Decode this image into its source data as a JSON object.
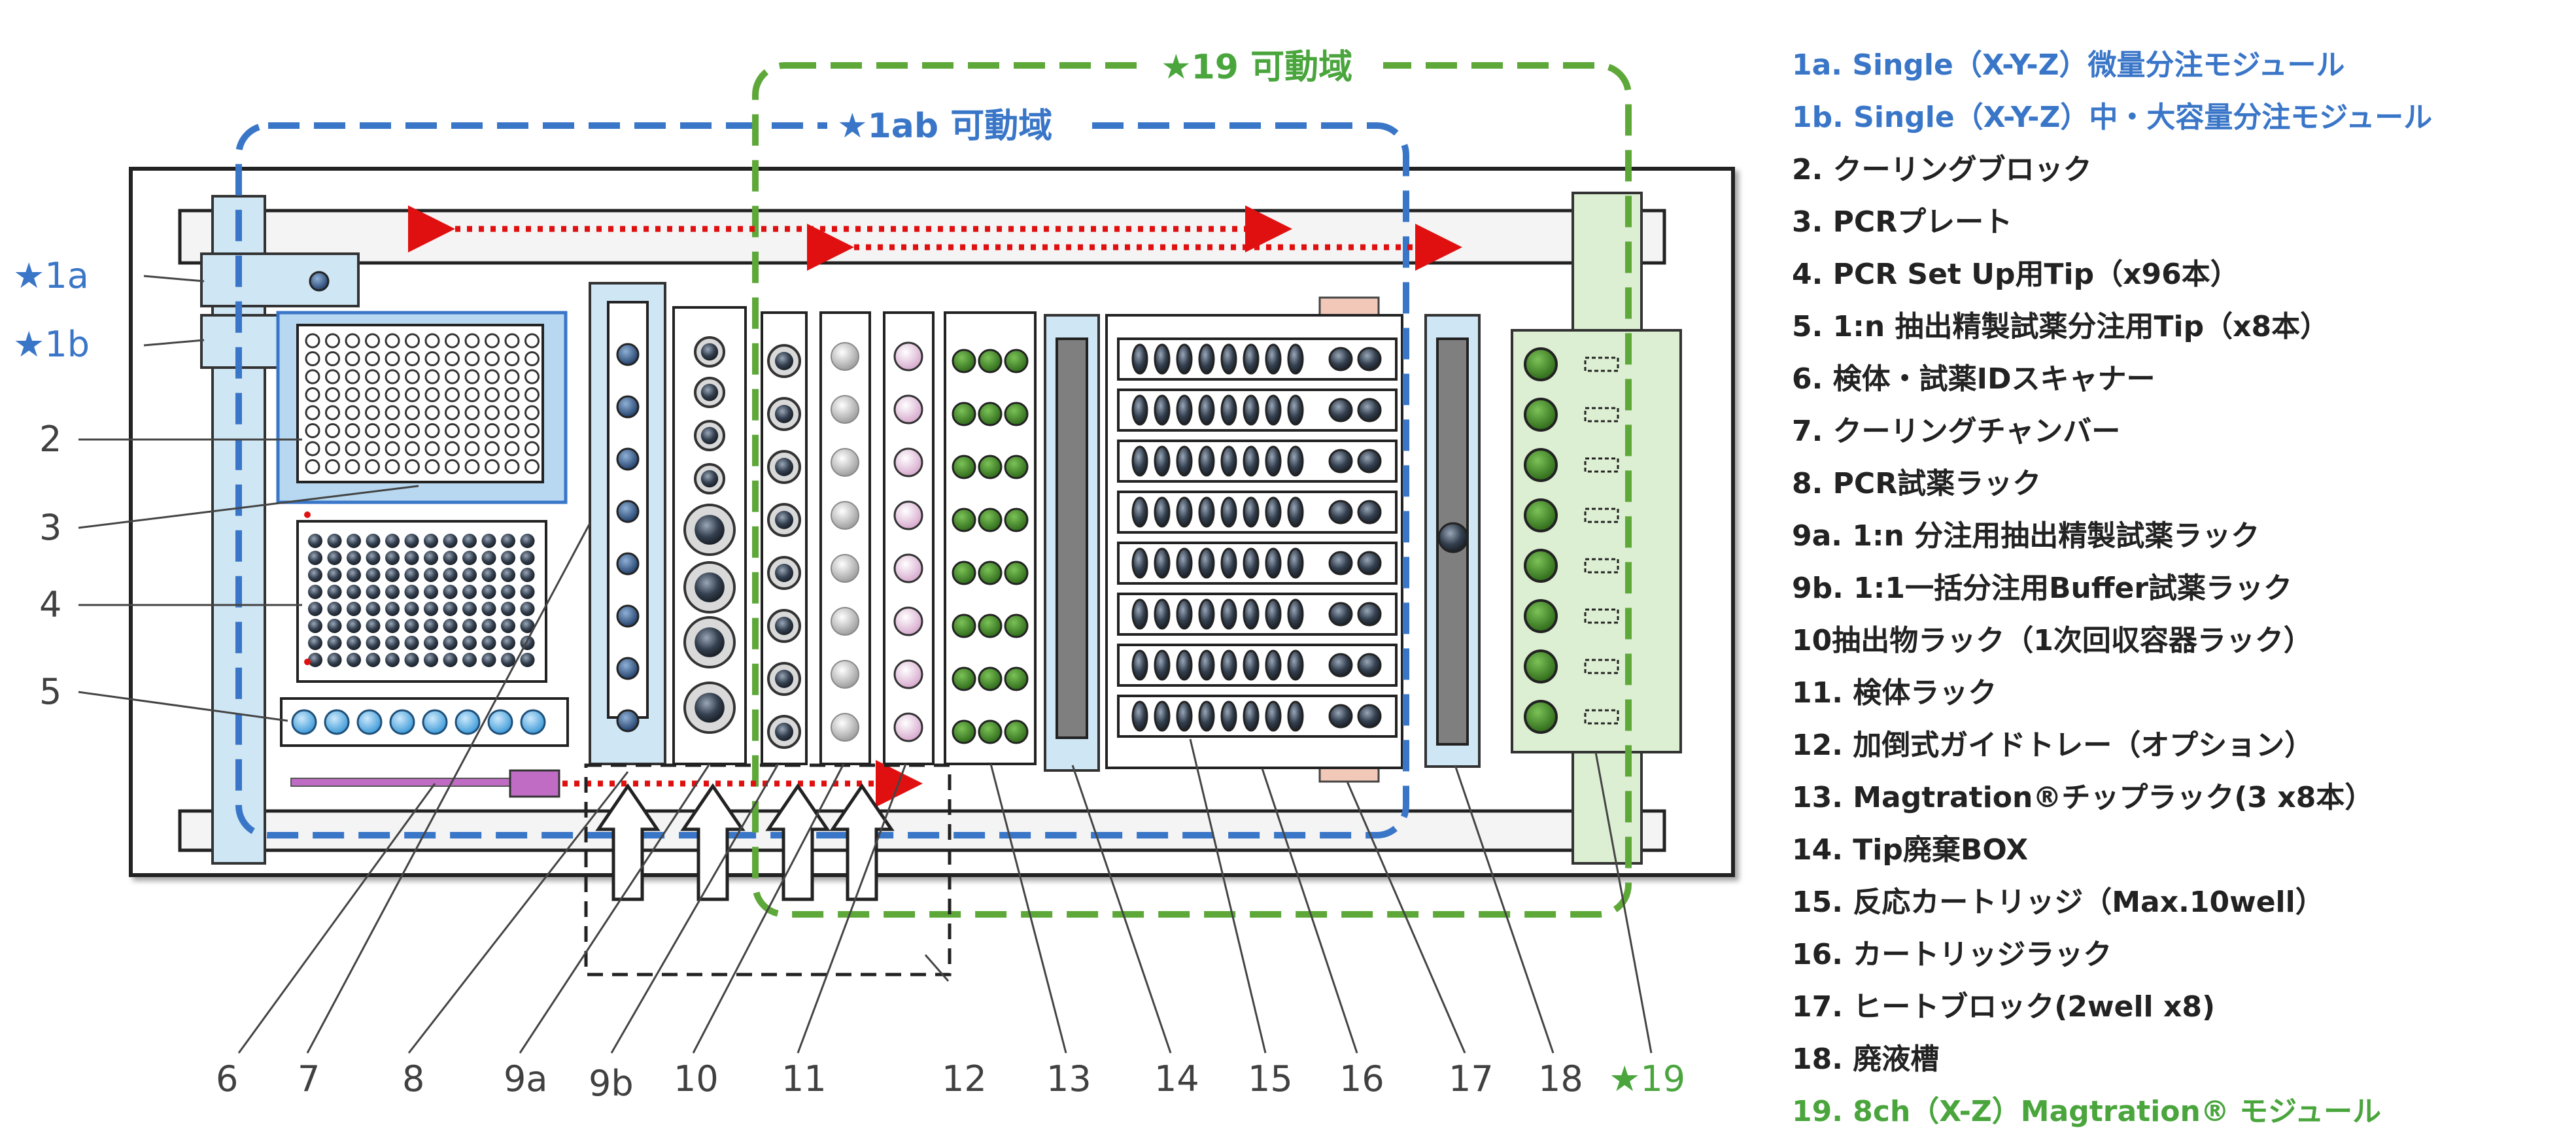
{
  "zones": {
    "zone_1ab_label": "★1ab 可動域",
    "zone_19_label": "★19 可動域"
  },
  "side_labels": {
    "s1a": "★1a",
    "s1b": "★1b",
    "s2": "2",
    "s3": "3",
    "s4": "4",
    "s5": "5"
  },
  "bottom_labels": [
    "6",
    "7",
    "8",
    "9a",
    "9b",
    "10",
    "11",
    "12",
    "13",
    "14",
    "15",
    "16",
    "17",
    "18",
    "★19"
  ],
  "legend": [
    {
      "text": "1a. Single（X-Y-Z）微量分注モジュール",
      "color": "blue"
    },
    {
      "text": "1b. Single（X-Y-Z）中・大容量分注モジュール",
      "color": "blue"
    },
    {
      "text": " 2. クーリングブロック",
      "color": "black"
    },
    {
      "text": " 3. PCRプレート",
      "color": "black"
    },
    {
      "text": " 4. PCR Set Up用Tip（x96本）",
      "color": "black"
    },
    {
      "text": " 5. 1:n 抽出精製試薬分注用Tip（x8本）",
      "color": "black"
    },
    {
      "text": " 6. 検体・試薬IDスキャナー",
      "color": "black"
    },
    {
      "text": " 7. クーリングチャンバー",
      "color": "black"
    },
    {
      "text": " 8. PCR試薬ラック",
      "color": "black"
    },
    {
      "text": "9a. 1:n 分注用抽出精製試薬ラック",
      "color": "black"
    },
    {
      "text": "9b. 1:1一括分注用Buffer試薬ラック",
      "color": "black"
    },
    {
      "text": "10抽出物ラック（1次回収容器ラック）",
      "color": "black"
    },
    {
      "text": "11. 検体ラック",
      "color": "black"
    },
    {
      "text": "12. 加倒式ガイドトレー（オプション）",
      "color": "black"
    },
    {
      "text": "13. Magtration®チップラック(3 x8本）",
      "color": "black"
    },
    {
      "text": "14. Tip廃棄BOX",
      "color": "black"
    },
    {
      "text": "15. 反応カートリッジ（Max.10well）",
      "color": "black"
    },
    {
      "text": "16. カートリッジラック",
      "color": "black"
    },
    {
      "text": "17. ヒートブロック(2well x8)",
      "color": "black"
    },
    {
      "text": "18. 廃液槽",
      "color": "black"
    },
    {
      "text": "19. 8ch（X-Z）Magtration® モジュール",
      "color": "green"
    }
  ],
  "colors": {
    "blue_zone": "#3a76c8",
    "green_zone": "#5ea83a",
    "light_blue": "#cfe6f5",
    "light_green": "#dcefd2",
    "arrow_red": "#e01010",
    "dark_green_well": "#3f7a25",
    "pink_well": "#f0cfe6"
  }
}
